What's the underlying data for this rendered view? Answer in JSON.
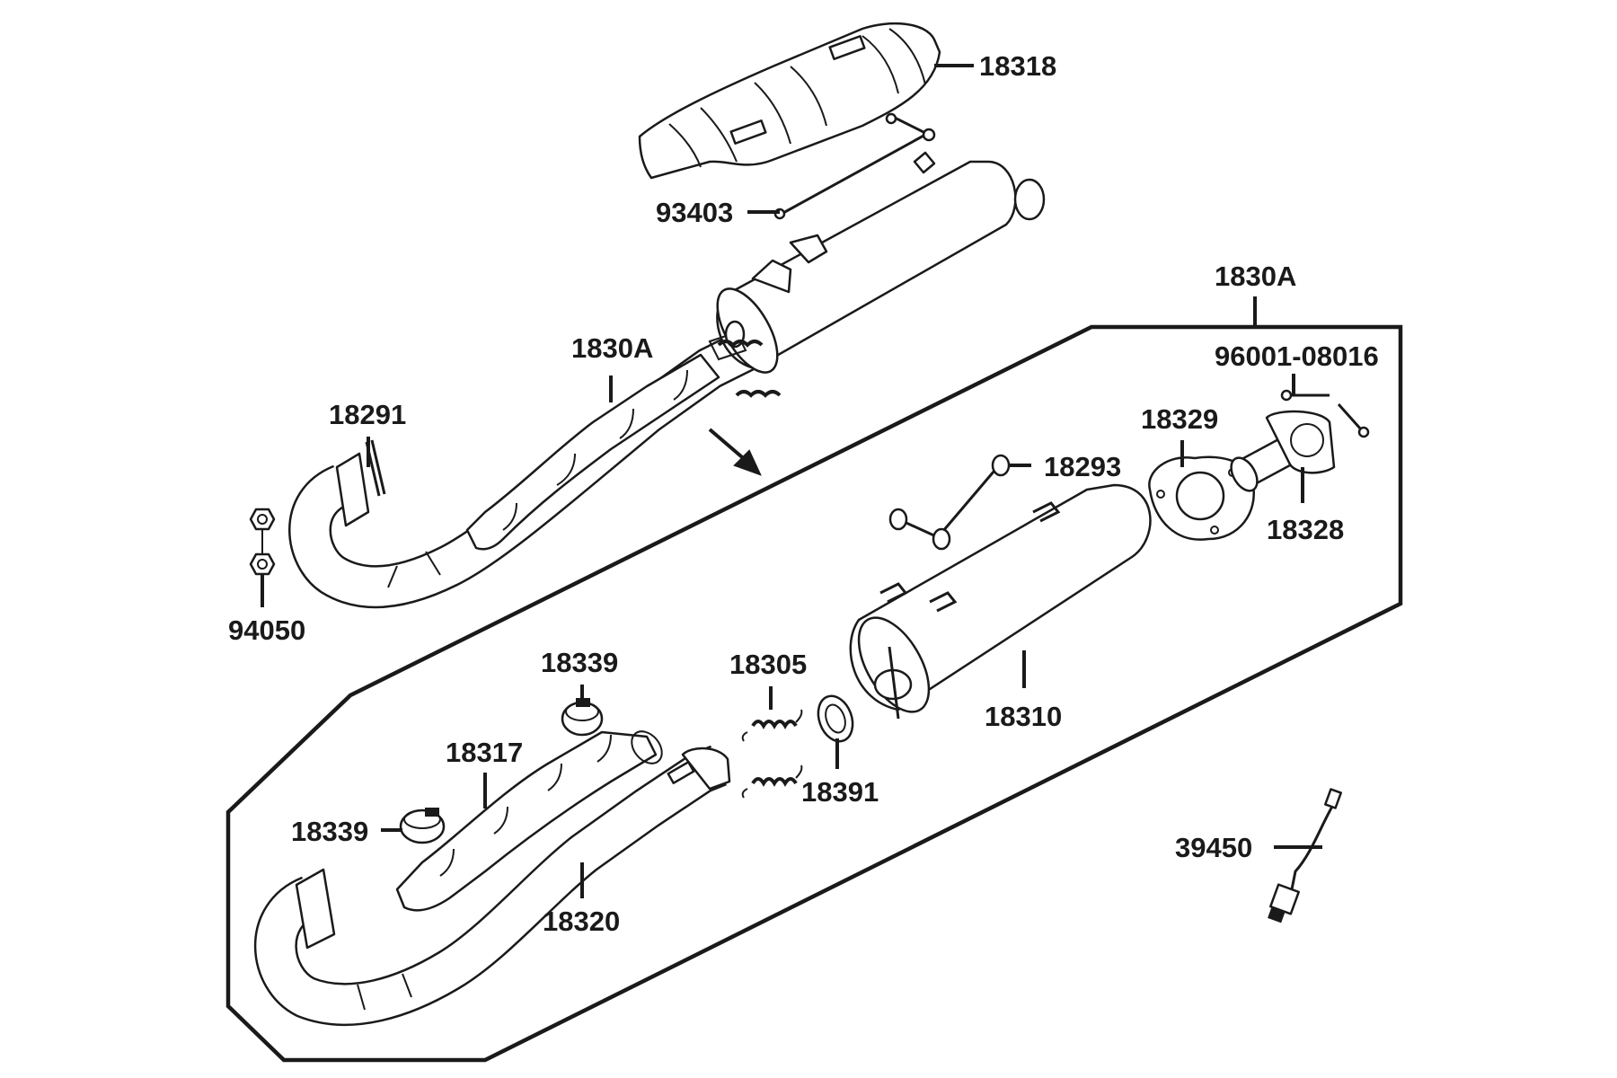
{
  "labels": {
    "heat_shield_top": "18318",
    "bolt_rod": "93403",
    "assy_header": "1830A",
    "assy_top": "1830A",
    "stud_bolt": "96001-08016",
    "gasket_flange": "18329",
    "inlet_pipe": "18328",
    "mount_rubber": "18293",
    "gasket_header": "18291",
    "nut": "94050",
    "clamp_upper": "18339",
    "spring": "18305",
    "muffler": "18310",
    "heat_shield_pipe": "18317",
    "ring_gasket": "18391",
    "clamp_lower": "18339",
    "header_pipe": "18320",
    "oxygen_sensor": "39450"
  }
}
